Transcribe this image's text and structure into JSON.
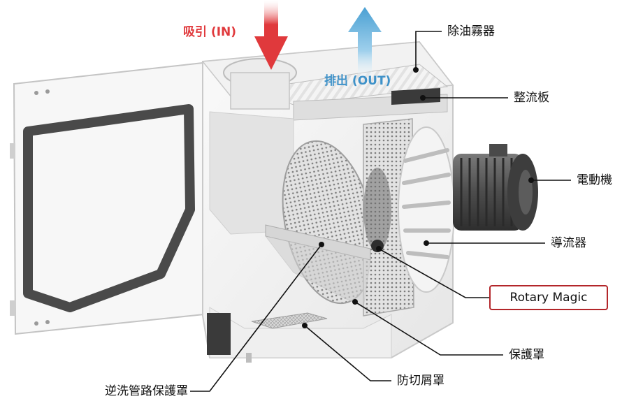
{
  "flows": {
    "intake": "吸引 (IN)",
    "exhaust": "排出 (OUT)"
  },
  "labels": {
    "oil_mist_remover": "除油霧器",
    "flow_plate": "整流板",
    "motor": "電動機",
    "guide_vane": "導流器",
    "rotary_magic": "Rotary Magic",
    "protective_cover": "保護罩",
    "anti_chip_cover": "防切屑罩",
    "backwash_pipe_cover": "逆洗管路保護罩"
  },
  "colors": {
    "intake_arrow": "#e0393c",
    "exhaust_arrow": "#5aa9d6",
    "highlight_border": "#b3262a",
    "frame": "#c9c9c9",
    "door_gasket": "#4a4a4a",
    "motor": "#5a5a5a",
    "leader_line": "#111111"
  }
}
